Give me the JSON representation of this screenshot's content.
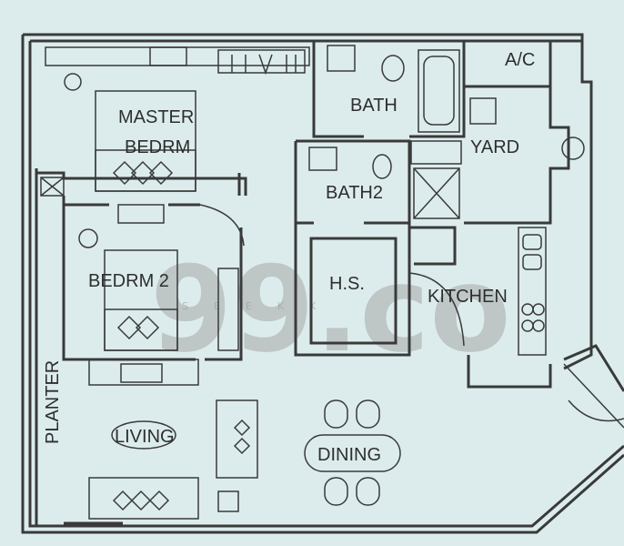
{
  "rooms": {
    "master_line1": "MASTER",
    "master_line2": "BEDRM",
    "bath": "BATH",
    "ac": "A/C",
    "yard": "YARD",
    "bath2": "BATH2",
    "bedrm2": "BEDRM 2",
    "hs": "H.S.",
    "kitchen": "KITCHEN",
    "planter": "PLANTER",
    "living": "LIVING",
    "dining": "DINING"
  },
  "watermark": {
    "logo": "99.co",
    "tagline": "SEEKK"
  },
  "colors": {
    "background": "#dcecec",
    "lines": "#3a3a3a",
    "watermark": "#9a9a9a"
  }
}
